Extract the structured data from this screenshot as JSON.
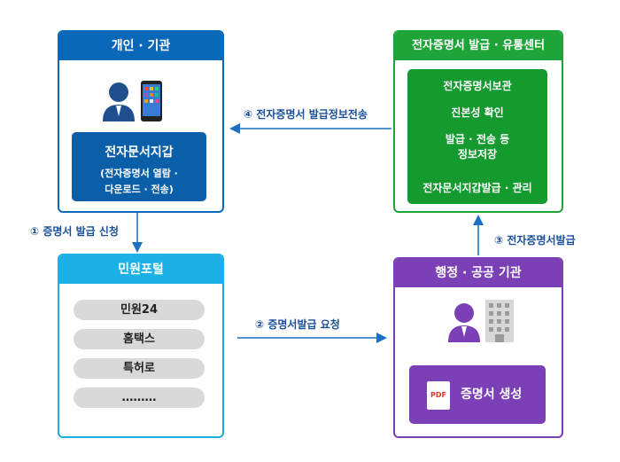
{
  "personal_box": {
    "title": "개인 · 기관",
    "wallet_title": "전자문서지갑",
    "wallet_sub1": "(전자증명서 열람 ·",
    "wallet_sub2": "다운로드 · 전송)",
    "color": "#0a68b8",
    "inner_color": "#0a5fa8"
  },
  "center_box": {
    "title": "전자증명서 발급 · 유통센터",
    "items": [
      "전자증명서보관",
      "진본성 확인",
      "발급 · 전송 등",
      "정보저장",
      "전자문서지갑발급 · 관리"
    ],
    "color": "#1fa43a",
    "inner_color": "#149a2f"
  },
  "portal_box": {
    "title": "민원포털",
    "items": [
      "민원24",
      "홈택스",
      "특허로",
      "………"
    ],
    "color": "#1bb0e6"
  },
  "agency_box": {
    "title": "행정 · 공공 기관",
    "create_label": "증명서 생성",
    "pdf_label": "PDF",
    "color": "#7b3fb6"
  },
  "arrows": {
    "step1": "① 증명서 발급 신청",
    "step2": "② 증명서발급 요청",
    "step3": "③ 전자증명서발급",
    "step4": "④ 전자증명서 발급정보전송"
  }
}
